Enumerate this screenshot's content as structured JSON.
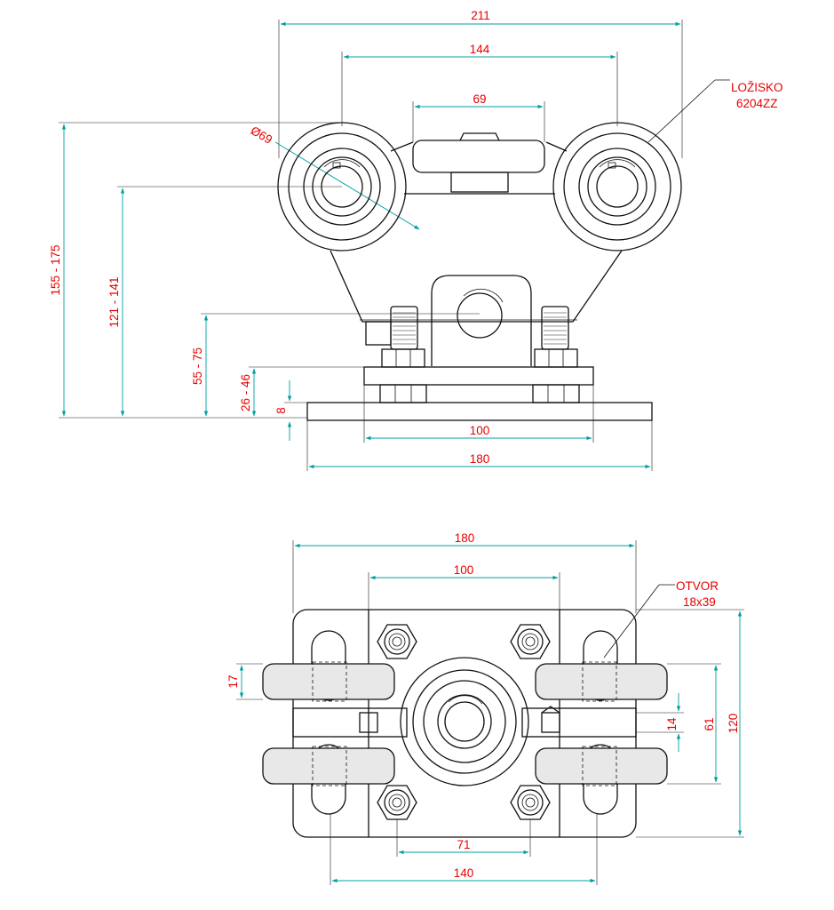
{
  "top_view": {
    "dims": {
      "overall_width": "211",
      "wheel_centers": "144",
      "top_guide": "69",
      "wheel_diameter": "Ø69",
      "height_total": "155 - 175",
      "height_axle": "121 - 141",
      "height_stud": "55 - 75",
      "height_plate": "26 - 46",
      "plate_thickness": "8",
      "bolt_spacing": "100",
      "plate_width": "180"
    },
    "callout": {
      "line1": "LOŽISKO",
      "line2": "6204ZZ"
    }
  },
  "bottom_view": {
    "dims": {
      "width": "180",
      "bolt_spacing": "100",
      "roller_thickness": "17",
      "center_gap": "14",
      "roller_span": "61",
      "height": "120",
      "nut_spacing": "71",
      "slot_spacing": "140"
    },
    "callout": {
      "line1": "OTVOR",
      "line2": "18x39"
    }
  },
  "colors": {
    "dimension_text": "#e60000",
    "dimension_line": "#00a0a0",
    "outline": "#111111"
  }
}
